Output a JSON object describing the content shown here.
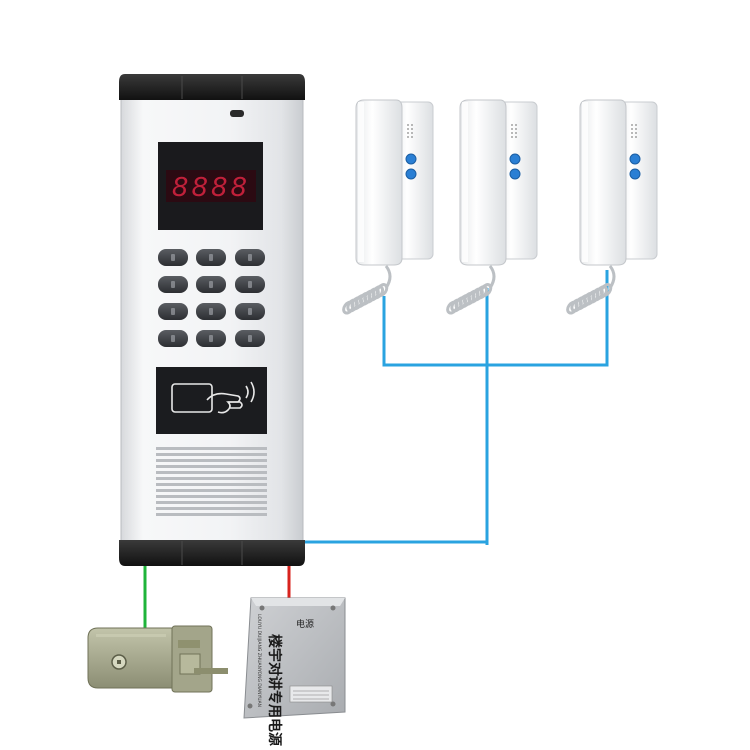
{
  "panel": {
    "display_text": "8888",
    "keypad_rows": 4,
    "keypad_cols": 3,
    "card_reader_icon": "rfid-card-hand-icon"
  },
  "handsets": {
    "count": 3
  },
  "power_supply": {
    "label_top": "电源",
    "label_main": "楼宇对讲专用电源",
    "label_side": "LOUYU DUIJIANG ZHUANYONG DIANYUAN"
  },
  "colors": {
    "panel_body": "#e9ebee",
    "panel_caps": "#1c1c1c",
    "display_digits": "#c0203a",
    "wire_blue": "#2aa3e0",
    "wire_green": "#1fb43a",
    "wire_red": "#d8231e",
    "lock_body": "#a8ab8f"
  }
}
